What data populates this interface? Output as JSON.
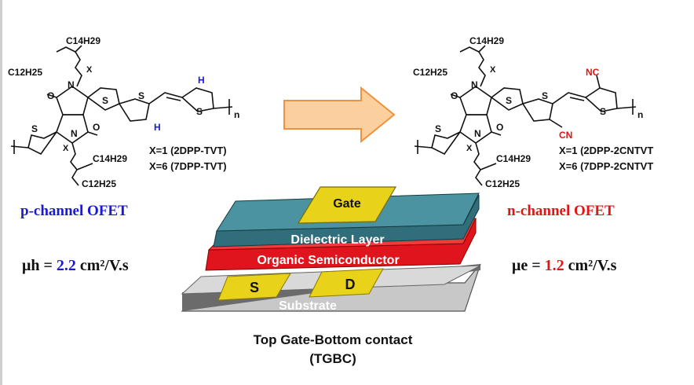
{
  "left_molecule": {
    "chain_top_sub": "C14H29",
    "chain_top_main": "C12H25",
    "chain_bot_sub": "C14H29",
    "chain_bot_main": "C12H25",
    "x_label": "X",
    "o_label": "O",
    "n_label": "N",
    "s_label": "S",
    "h_label": "H",
    "n_repeat": "n",
    "variant_1": "X=1 (2DPP-TVT)",
    "variant_2": "X=6 (7DPP-TVT)"
  },
  "right_molecule": {
    "chain_top_sub": "C14H29",
    "chain_top_main": "C12H25",
    "chain_bot_sub": "C14H29",
    "chain_bot_main": "C12H25",
    "x_label": "X",
    "o_label": "O",
    "n_label": "N",
    "s_label": "S",
    "cn_label": "CN",
    "nc_label": "NC",
    "n_repeat": "n",
    "variant_1": "X=1 (2DPP-2CNTVT",
    "variant_2": "X=6 (7DPP-2CNTVT"
  },
  "left_panel": {
    "channel": "p-channel OFET",
    "mobility_symbol": "μh",
    "mobility_value": "2.2",
    "mobility_unit": "cm²/V.s"
  },
  "right_panel": {
    "channel": "n-channel OFET",
    "mobility_symbol": "μe",
    "mobility_value": "1.2",
    "mobility_unit": "cm²/V.s"
  },
  "device": {
    "gate": "Gate",
    "dielectric": "Dielectric Layer",
    "semiconductor": "Organic Semiconductor",
    "source": "S",
    "drain": "D",
    "substrate": "Substrate",
    "caption_line1": "Top Gate-Bottom contact",
    "caption_line2": "(TGBC)"
  },
  "colors": {
    "p_channel": "#1a1ad6",
    "n_channel": "#e01515",
    "arrow": "#f5a25a",
    "dielectric": "#3f7f8c",
    "semiconductor": "#e0141c",
    "electrode": "#e8d21a",
    "substrate": "#bdbdbd"
  }
}
